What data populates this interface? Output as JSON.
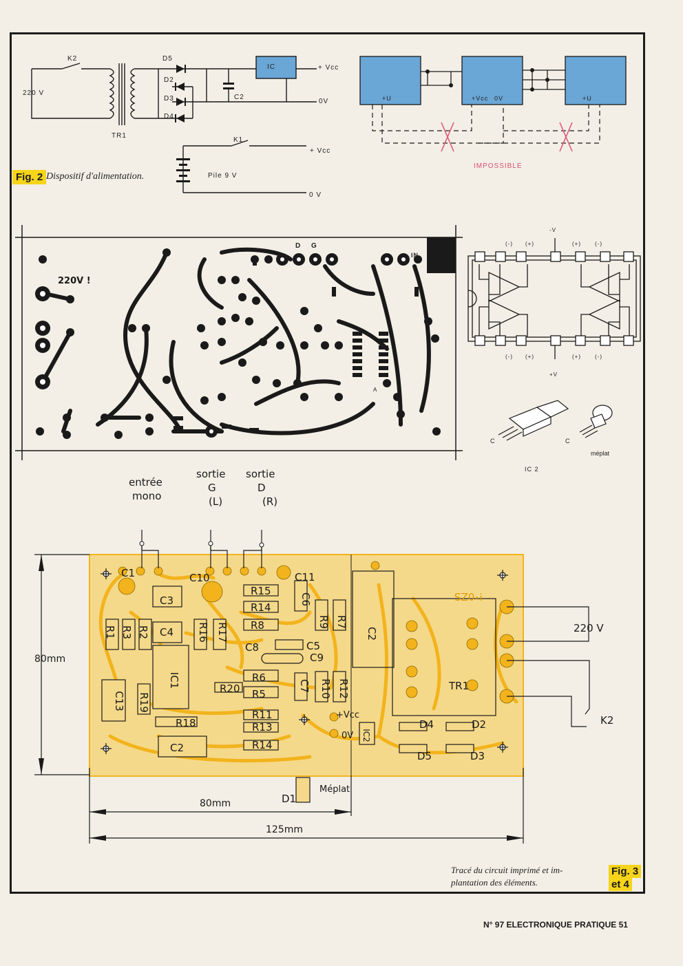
{
  "fig2": {
    "badge": "Fig. 2",
    "caption": "Dispositif d'alimentation.",
    "labels": {
      "k2": "K2",
      "d5": "D5",
      "d2": "D2",
      "d3": "D3",
      "d4": "D4",
      "ic": "IC",
      "vcc1": "+ Vcc",
      "ov1": "0V",
      "c2": "C2",
      "v220": "220 V",
      "tr1": "TR1",
      "k1": "K1",
      "vcc2": "+ Vcc",
      "pile": "Pile 9 V",
      "ov2": "0 V"
    }
  },
  "impossible": {
    "caption": "IMPOSSIBLE",
    "labels": {
      "u_left": "+U",
      "vcc": "+Vcc",
      "ov": "0V",
      "u_right": "+U"
    },
    "colors": {
      "box": "#6aa6d6",
      "cross": "#e0607e"
    }
  },
  "opamp": {
    "top_labels": [
      "(-)",
      "(+)",
      "-V",
      "(+)",
      "(-)"
    ],
    "bottom_labels": [
      "(-)",
      "(+)",
      "+V",
      "(+)",
      "(-)"
    ]
  },
  "ic2": {
    "label": "IC 2",
    "meplat": "méplat",
    "c_left": "C",
    "c_right": "C"
  },
  "pcb": {
    "labels": {
      "d": "D",
      "g": "G",
      "in": "IN",
      "a": "A",
      "v220": "220V !"
    }
  },
  "layout": {
    "inputs": {
      "entree": "entrée",
      "mono": "mono",
      "sortie_g1": "sortie",
      "sortie_g2": "G",
      "sortie_g3": "(L)",
      "sortie_d1": "sortie",
      "sortie_d2": "D",
      "sortie_d3": "(R)"
    },
    "components": {
      "c1": "C1",
      "c10": "C10",
      "c11": "C11",
      "r15": "R15",
      "r14a": "R14",
      "r8": "R8",
      "c6": "C6",
      "r9": "R9",
      "r7": "R7",
      "c3": "C3",
      "c4": "C4",
      "r1": "R1",
      "r3": "R3",
      "r2": "R2",
      "r16": "R16",
      "r17": "R17",
      "c8": "C8",
      "c5": "C5",
      "c9": "C9",
      "ic1": "IC1",
      "r6": "R6",
      "r5": "R5",
      "r20": "R20",
      "c7": "C7",
      "r10": "R10",
      "r12": "R12",
      "c13": "C13",
      "r19": "R19",
      "r11": "R11",
      "r13": "R13",
      "r18": "R18",
      "r14b": "R14",
      "c2": "C2",
      "ic2": "IC2",
      "vcc": "+Vcc",
      "ov": "0V",
      "d4": "D4",
      "d2": "D2",
      "d5": "D5",
      "d3": "D3",
      "tr1": "TR1",
      "v220": "220 V",
      "k2": "K2",
      "d1": "D1",
      "meplat": "Méplat",
      "warn": "!ᵛ0ZS"
    },
    "dims": {
      "height": "80mm",
      "width80": "80mm",
      "width125": "125mm"
    },
    "colors": {
      "copper": "#f2b31c",
      "board": "#f5d98a"
    }
  },
  "fig34": {
    "badge1": "Fig. 3",
    "badge2": "et 4",
    "caption_line1": "Tracé du circuit imprimé et im-",
    "caption_line2": "plantation des éléments."
  },
  "footer": "N° 97 ELECTRONIQUE PRATIQUE 51"
}
